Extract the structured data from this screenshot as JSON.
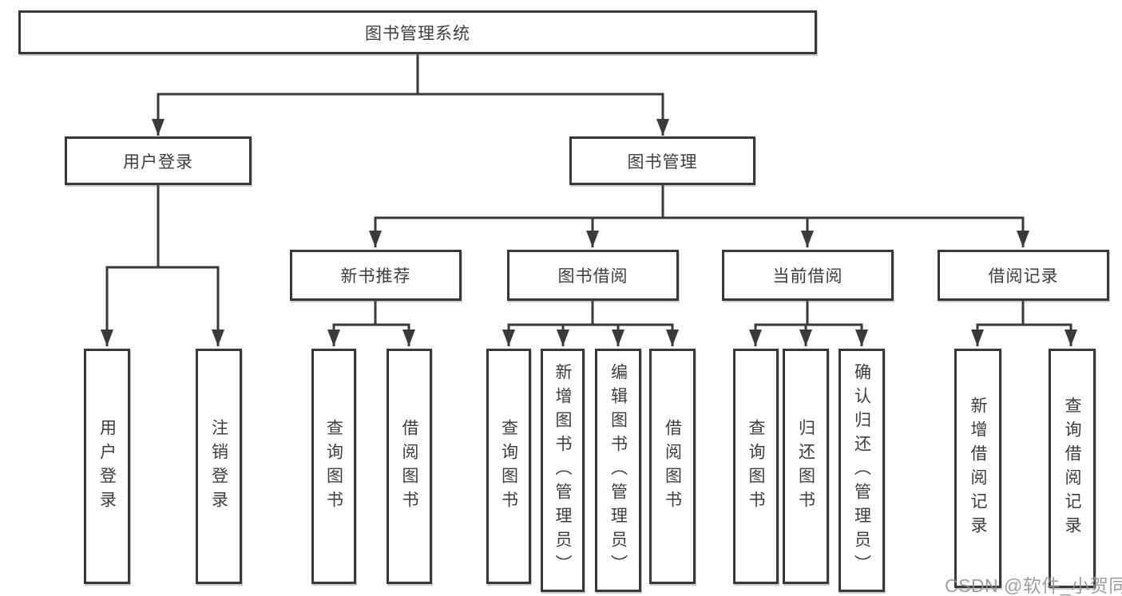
{
  "tree": {
    "root": "图书管理系统",
    "branches": [
      {
        "label": "用户登录",
        "leaves": [
          "用户登录",
          "注销登录"
        ]
      },
      {
        "label": "图书管理",
        "groups": [
          {
            "label": "新书推荐",
            "leaves": [
              "查询图书",
              "借阅图书"
            ]
          },
          {
            "label": "图书借阅",
            "leaves": [
              "查询图书",
              "新增图书（管理员）",
              "编辑图书（管理员）",
              "借阅图书"
            ]
          },
          {
            "label": "当前借阅",
            "leaves": [
              "查询图书",
              "归还图书",
              "确认归还（管理员）"
            ]
          },
          {
            "label": "借阅记录",
            "leaves": [
              "新增借阅记录",
              "查询借阅记录"
            ]
          }
        ]
      }
    ]
  },
  "watermark": "CSDN @软件_小贺同学",
  "colors": {
    "line": "#3a3a3a",
    "box_border": "#383838",
    "text": "#3d3d3d",
    "watermark": "#919191",
    "background": "#ffffff"
  }
}
